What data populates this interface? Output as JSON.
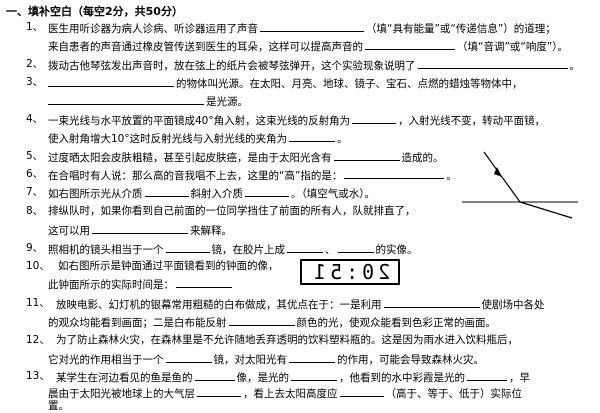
{
  "section": {
    "title": "一、填补空白（每空2分，共50分）"
  },
  "questions": [
    {
      "n": "1、",
      "lines": [
        "医生用听诊器为病人诊病、听诊器运用了声音",
        "（填“具有能量”或“传递信息”）的道理；",
        "来自患者的声音通过橡皮管传送到医生的耳朵，这样可以提高声音的",
        "（填“音调”或“响度”）。"
      ]
    },
    {
      "n": "2、",
      "lines": [
        "拨动古他琴弦发出声音时，放在弦上的纸片会被琴弦弹开，这个实验现象说明了",
        "。"
      ]
    },
    {
      "n": "3、",
      "lines": [
        "的物体叫光源。在太阳、月亮、地球、镜子、宝石、点燃的蜡烛等物体中，",
        "是光源。"
      ]
    },
    {
      "n": "4、",
      "lines": [
        "一束光线与水平放置的平面镜成40°角入射，这束光线的反射角为",
        "，入射光线不变，转动平面镜，",
        "使入射角增大10°这时反射光线与入射光线的夹角为",
        "。"
      ]
    },
    {
      "n": "5、",
      "lines": [
        "过度晒太阳会皮肤粗糙，甚至引起皮肤癌，是由于太阳光含有",
        "造成的。"
      ]
    },
    {
      "n": "6、",
      "lines": [
        "在合唱时有人说：那么高的音我唱不上去，这里的“高”指的是：",
        "。"
      ]
    },
    {
      "n": "7、",
      "lines": [
        "如右图所示光从介质",
        "斜射入介质",
        "。（填空气或水）。"
      ]
    },
    {
      "n": "8、",
      "lines": [
        "排纵队时，如果你看到自己前面的一位同学挡住了前面的所有人，队就排直了，",
        "这可以用",
        "来解释。"
      ]
    },
    {
      "n": "9、",
      "lines": [
        "照相机的镜头相当于一个",
        "镜，在胶片上成",
        "、",
        "的实像。"
      ]
    },
    {
      "n": "10、",
      "lines": [
        "如右图所示是钟面通过平面镜看到的钟面的像，",
        "此钟面所示的实际时间是："
      ]
    },
    {
      "n": "11、",
      "lines": [
        "放映电影、幻灯机的银幕常用粗糙的白布做成，其优点在于：一是利用",
        "使剧场中各处",
        "的观众均能看到画面；二是白布能反射",
        "颜色的光，使观众能看到色彩正常的画面。"
      ]
    },
    {
      "n": "12、",
      "lines": [
        "为了防止森林火灾，在森林里是不允许随地丢弃透明的饮料塑料瓶的。这是因为雨水进入饮料瓶后，",
        "它对光的作用相当于一个",
        "镜，对太阳光有",
        "的作用，可能会导致森林火灾。"
      ]
    },
    {
      "n": "13、",
      "lines": [
        "某学生在河边看见的鱼是鱼的",
        "像，是光的",
        "，他看到的水中彩霞是光的",
        "，早",
        "晨由于太阳光被地球上的大气层",
        "，看上去太阳高度应",
        "（高于、等于、低于）实际位",
        "置。"
      ]
    }
  ],
  "clock": {
    "display": "20:51"
  }
}
